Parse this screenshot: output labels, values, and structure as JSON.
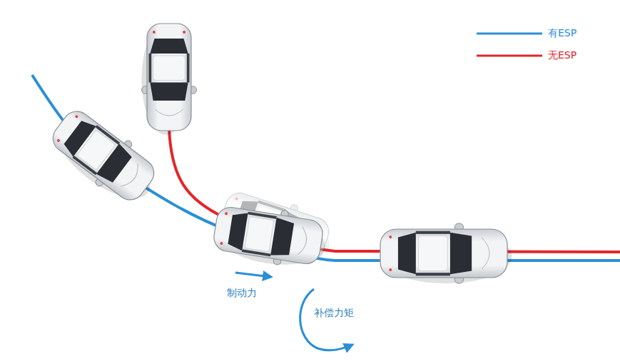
{
  "diagram": {
    "labels": [
      "制动力",
      "补偿力矩"
    ],
    "legend": [
      {
        "text": "有ESP"
      },
      {
        "text": "无ESP"
      }
    ]
  }
}
